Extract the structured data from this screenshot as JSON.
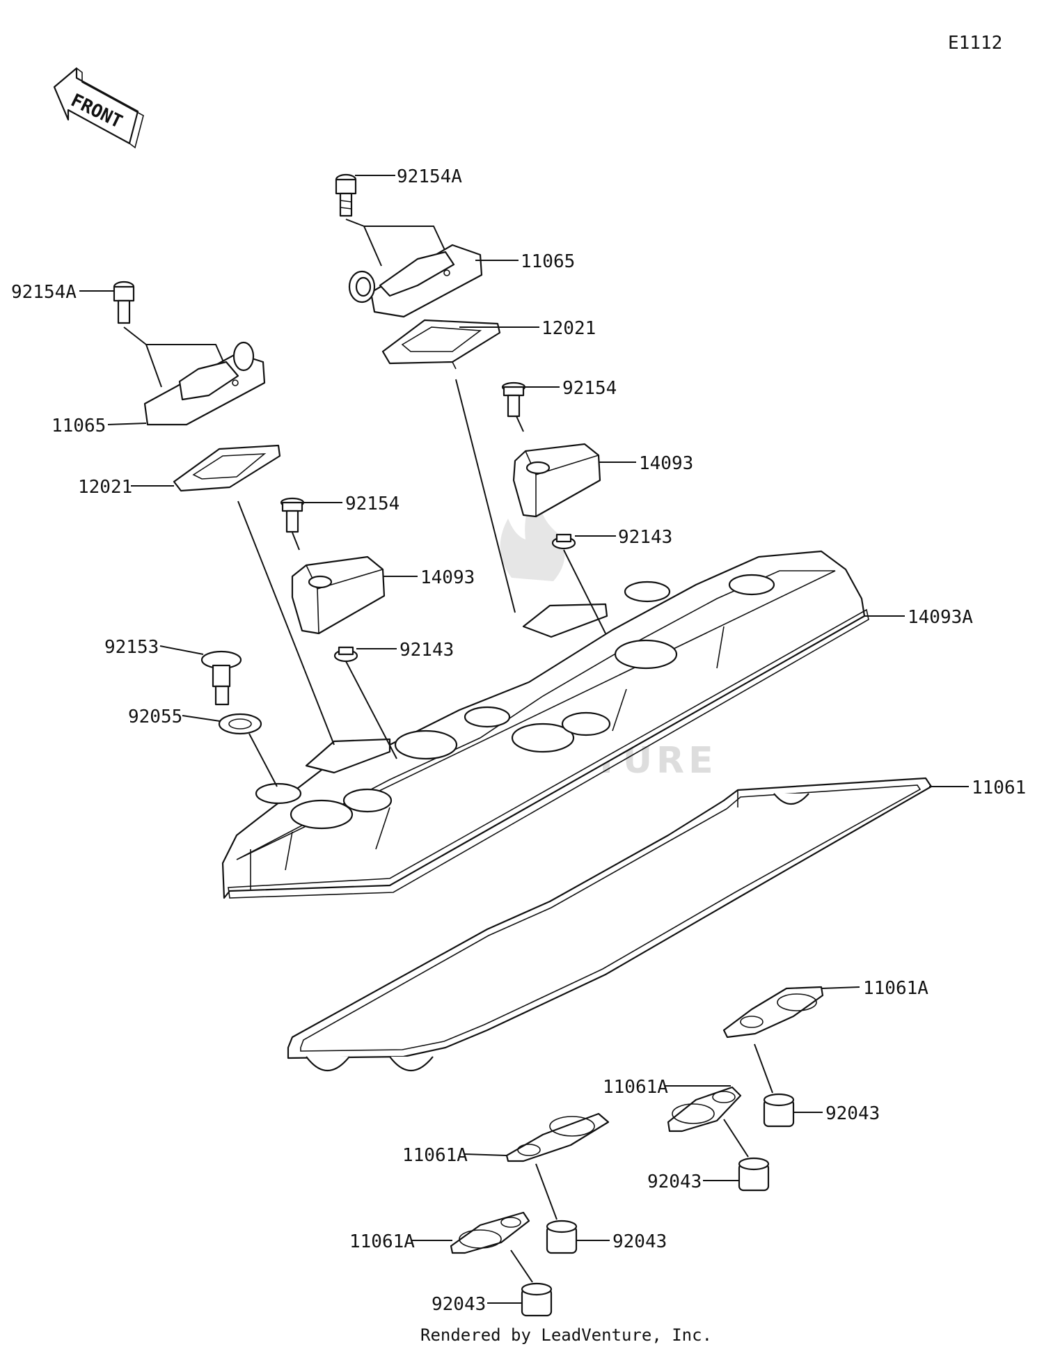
{
  "diagram_code": "E1112",
  "front_arrow_label": "FRONT",
  "watermark": "LEADVENTURE",
  "footer": "Rendered by LeadVenture, Inc.",
  "callouts": [
    {
      "id": "c1",
      "label": "92154A"
    },
    {
      "id": "c2",
      "label": "11065"
    },
    {
      "id": "c3",
      "label": "92154A"
    },
    {
      "id": "c4",
      "label": "12021"
    },
    {
      "id": "c5",
      "label": "11065"
    },
    {
      "id": "c6",
      "label": "92154"
    },
    {
      "id": "c7",
      "label": "12021"
    },
    {
      "id": "c8",
      "label": "14093"
    },
    {
      "id": "c9",
      "label": "92154"
    },
    {
      "id": "c10",
      "label": "92143"
    },
    {
      "id": "c11",
      "label": "14093"
    },
    {
      "id": "c12",
      "label": "14093A"
    },
    {
      "id": "c13",
      "label": "92153"
    },
    {
      "id": "c14",
      "label": "92143"
    },
    {
      "id": "c15",
      "label": "92055"
    },
    {
      "id": "c16",
      "label": "11061"
    },
    {
      "id": "c17",
      "label": "11061A"
    },
    {
      "id": "c18",
      "label": "11061A"
    },
    {
      "id": "c19",
      "label": "92043"
    },
    {
      "id": "c20",
      "label": "11061A"
    },
    {
      "id": "c21",
      "label": "92043"
    },
    {
      "id": "c22",
      "label": "92043"
    },
    {
      "id": "c23",
      "label": "11061A"
    },
    {
      "id": "c24",
      "label": "92043"
    }
  ]
}
